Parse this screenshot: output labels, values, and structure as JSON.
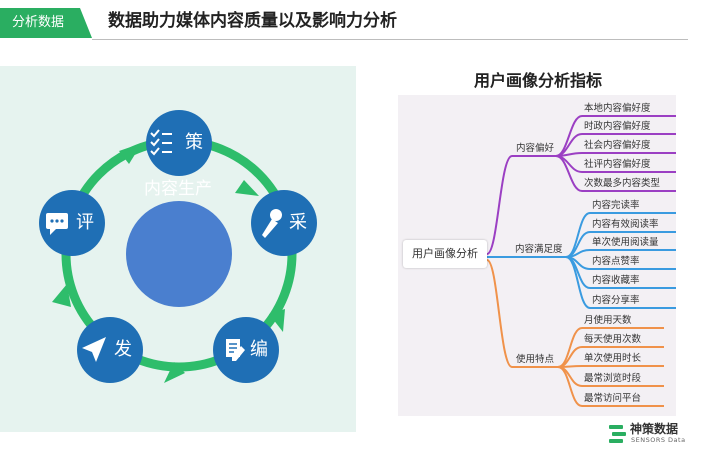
{
  "header": {
    "tag": "分析数据",
    "title": "数据助力媒体内容质量以及影响力分析"
  },
  "cycle": {
    "center": "内容生产",
    "nodes": [
      {
        "label": "策",
        "icon": "list-icon"
      },
      {
        "label": "采",
        "icon": "microphone-icon"
      },
      {
        "label": "编",
        "icon": "edit-document-icon"
      },
      {
        "label": "发",
        "icon": "paper-plane-icon"
      },
      {
        "label": "评",
        "icon": "comment-icon"
      }
    ],
    "colors": {
      "ring": "#2ebd6b",
      "node": "#1f6fb5",
      "center": "#4a7fcf",
      "panel": "#e6f3ef"
    }
  },
  "mindmap": {
    "title": "用户画像分析指标",
    "root": "用户画像分析",
    "branches": [
      {
        "label": "内容偏好",
        "color": "#9b3fc3",
        "leaves": [
          "本地内容偏好度",
          "时政内容偏好度",
          "社会内容偏好度",
          "社评内容偏好度",
          "次数最多内容类型"
        ]
      },
      {
        "label": "内容满足度",
        "color": "#3a9be0",
        "leaves": [
          "内容完读率",
          "内容有效阅读率",
          "单次使用阅读量",
          "内容点赞率",
          "内容收藏率",
          "内容分享率"
        ]
      },
      {
        "label": "使用特点",
        "color": "#f0924a",
        "leaves": [
          "月使用天数",
          "每天使用次数",
          "单次使用时长",
          "最常浏览时段",
          "最常访问平台"
        ]
      }
    ]
  },
  "logo": {
    "name": "神策数据",
    "sub": "SENSORS Data"
  },
  "colors": {
    "accent": "#2aae61"
  }
}
